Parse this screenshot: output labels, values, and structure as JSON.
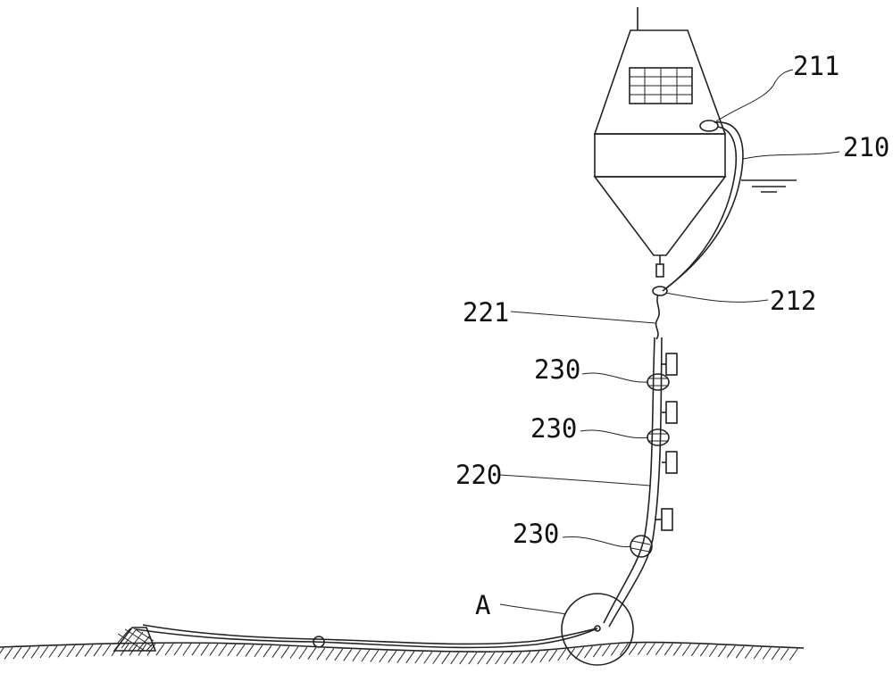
{
  "labels": {
    "l211": "211",
    "l210": "210",
    "l212": "212",
    "l221": "221",
    "l230a": "230",
    "l230b": "230",
    "l220": "220",
    "l230c": "230",
    "lA": "A"
  },
  "colors": {
    "line": "#222222",
    "background": "#ffffff"
  }
}
